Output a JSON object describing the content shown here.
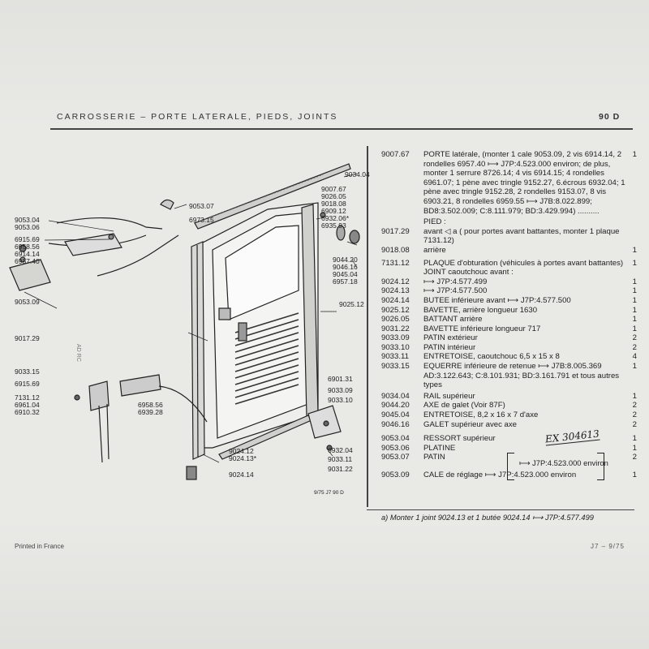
{
  "header": {
    "section": "CARROSSERIE – PORTE LATERALE, PIEDS, JOINTS",
    "page": "90 D"
  },
  "diagram": {
    "labels": [
      "9034.04",
      "9053.07",
      "9007.67",
      "9026.05",
      "9018.08",
      "6909.12",
      "6932.06*",
      "6935.93",
      "9053.04",
      "9053.06",
      "6973.15",
      "6915.69",
      "6958.56",
      "6914.14",
      "6957.40",
      "9053.09",
      "9044.20",
      "9046.16",
      "9045.04",
      "6957.18",
      "9025.12",
      "9017.29",
      "9033.15",
      "6915.69",
      "7131.12",
      "6961.04",
      "6910.32",
      "6958.56",
      "6939.28",
      "6901.31",
      "9033.09",
      "9033.10",
      "9024.12",
      "9024.13*",
      "9033.11",
      "9031.22",
      "6932.04",
      "9024.14"
    ],
    "side_mark": "AD RC",
    "code": "9/75 J7 90 D"
  },
  "parts": [
    {
      "ref": "9007.67",
      "text": "PORTE latérale, (monter 1 cale 9053.09, 2 vis 6914.14, 2 rondelles 6957.40 ⟼ J7P:4.523.000 environ; de plus, monter 1 serrure 8726.14; 4 vis 6914.15; 4 rondelles 6961.07; 1 pène avec tringle 9152.27, 6.écrous 6932.04; 1 pène avec tringle 9152.28, 2 rondelles 9153.07, 8 vis 6903.21, 8 rondelles 6959.55 ⟼ J7B:8.022.899; BD8:3.502.009; C:8.111.979; BD:3.429.994) ..........",
      "qty": "1"
    },
    {
      "ref": "",
      "text": "PIED :",
      "qty": ""
    },
    {
      "ref": "9017.29",
      "text": "avant ◁ a ( pour portes avant battantes, monter 1 plaque 7131.12)",
      "qty": ""
    },
    {
      "ref": "9018.08",
      "text": "arrière",
      "qty": "1"
    },
    {
      "ref": "7131.12",
      "text": "PLAQUE d'obturation (véhicules à portes avant battantes)",
      "qty": "1"
    },
    {
      "ref": "",
      "text": "JOINT caoutchouc avant :",
      "qty": ""
    },
    {
      "ref": "9024.12",
      "text": "⟼ J7P:4.577.499",
      "qty": "1"
    },
    {
      "ref": "9024.13",
      "text": "⟼ J7P:4.577.500",
      "qty": "1"
    },
    {
      "ref": "9024.14",
      "text": "BUTEE inférieure avant ⟼ J7P:4.577.500",
      "qty": "1"
    },
    {
      "ref": "9025.12",
      "text": "BAVETTE, arrière longueur 1630",
      "qty": "1"
    },
    {
      "ref": "9026.05",
      "text": "BATTANT arrière",
      "qty": "1"
    },
    {
      "ref": "9031.22",
      "text": "BAVETTE inférieure longueur 717",
      "qty": "1"
    },
    {
      "ref": "9033.09",
      "text": "PATIN extérieur",
      "qty": "2"
    },
    {
      "ref": "9033.10",
      "text": "PATIN intérieur",
      "qty": "2"
    },
    {
      "ref": "9033.11",
      "text": "ENTRETOISE, caoutchouc 6,5 x 15 x 8",
      "qty": "4"
    },
    {
      "ref": "9033.15",
      "text": "EQUERRE inférieure de retenue ⟼ J7B:8.005.369 AD:3.122.643; C:8.101.931; BD:3.161.791 et tous autres types",
      "qty": "1"
    },
    {
      "ref": "9034.04",
      "text": "RAIL supérieur",
      "qty": "1"
    },
    {
      "ref": "9044.20",
      "text": "AXE de galet (Voir 87F)",
      "qty": "2"
    },
    {
      "ref": "9045.04",
      "text": "ENTRETOISE, 8,2 x 16 x 7 d'axe",
      "qty": "2"
    },
    {
      "ref": "9046.16",
      "text": "GALET supérieur avec axe",
      "qty": "2"
    },
    {
      "ref": "9053.04",
      "text": "RESSORT supérieur",
      "qty": "1"
    },
    {
      "ref": "9053.06",
      "text": "PLATINE",
      "qty": "1"
    },
    {
      "ref": "9053.07",
      "text": "PATIN",
      "qty": "2"
    },
    {
      "ref": "9053.09",
      "text": "CALE de réglage ⟼ J7P:4.523.000 environ",
      "qty": "1"
    }
  ],
  "group_note": "⟼ J7P:4.523.000 environ",
  "handwritten": "EX 304613",
  "footnote": "a) Monter 1 joint 9024.13 et 1 butée 9024.14 ⟼ J7P:4.577.499",
  "footer": {
    "printed": "Printed in France",
    "page_ref": "J7 – 9/75"
  }
}
